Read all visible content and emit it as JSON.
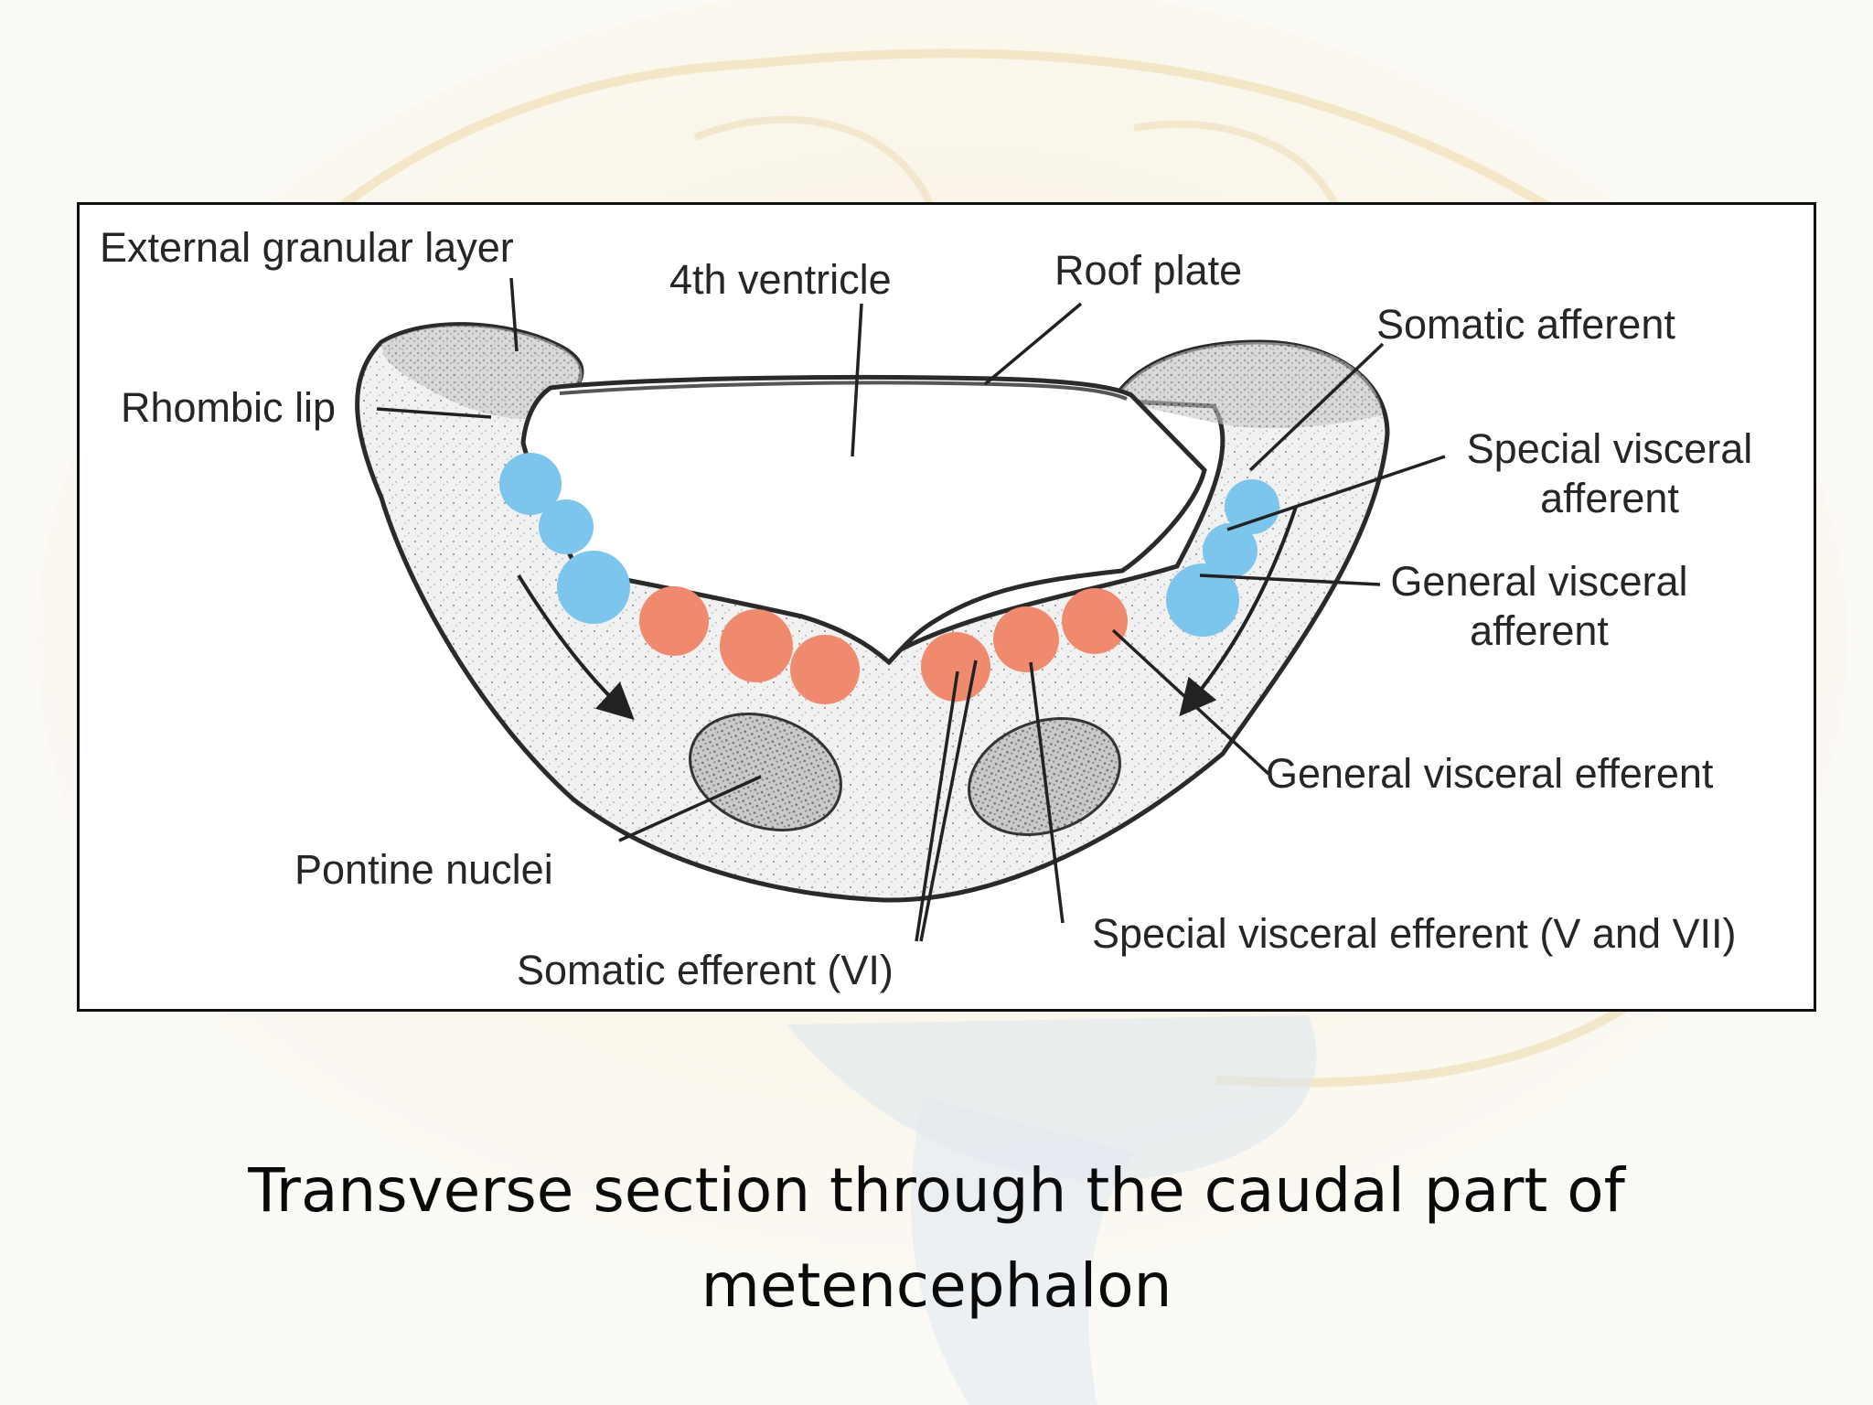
{
  "figure": {
    "labels": {
      "external_granular_layer": "External granular layer",
      "fourth_ventricle": "4th ventricle",
      "roof_plate": "Roof plate",
      "somatic_afferent": "Somatic afferent",
      "rhombic_lip": "Rhombic lip",
      "special_visceral_afferent": [
        "Special visceral",
        "afferent"
      ],
      "general_visceral_afferent": [
        "General visceral",
        "afferent"
      ],
      "general_visceral_efferent": "General visceral efferent",
      "pontine_nuclei": "Pontine nuclei",
      "special_visceral_efferent": "Special visceral efferent (V and VII)",
      "somatic_efferent": "Somatic efferent (VI)"
    },
    "colors": {
      "afferent_nuclei": "#7cc5ec",
      "efferent_nuclei": "#ef8a6e",
      "tissue": "#eeeeee",
      "outline": "#2a2a2a"
    }
  },
  "caption": {
    "line1": "Transverse section through the caudal part of",
    "line2": "metencephalon"
  }
}
